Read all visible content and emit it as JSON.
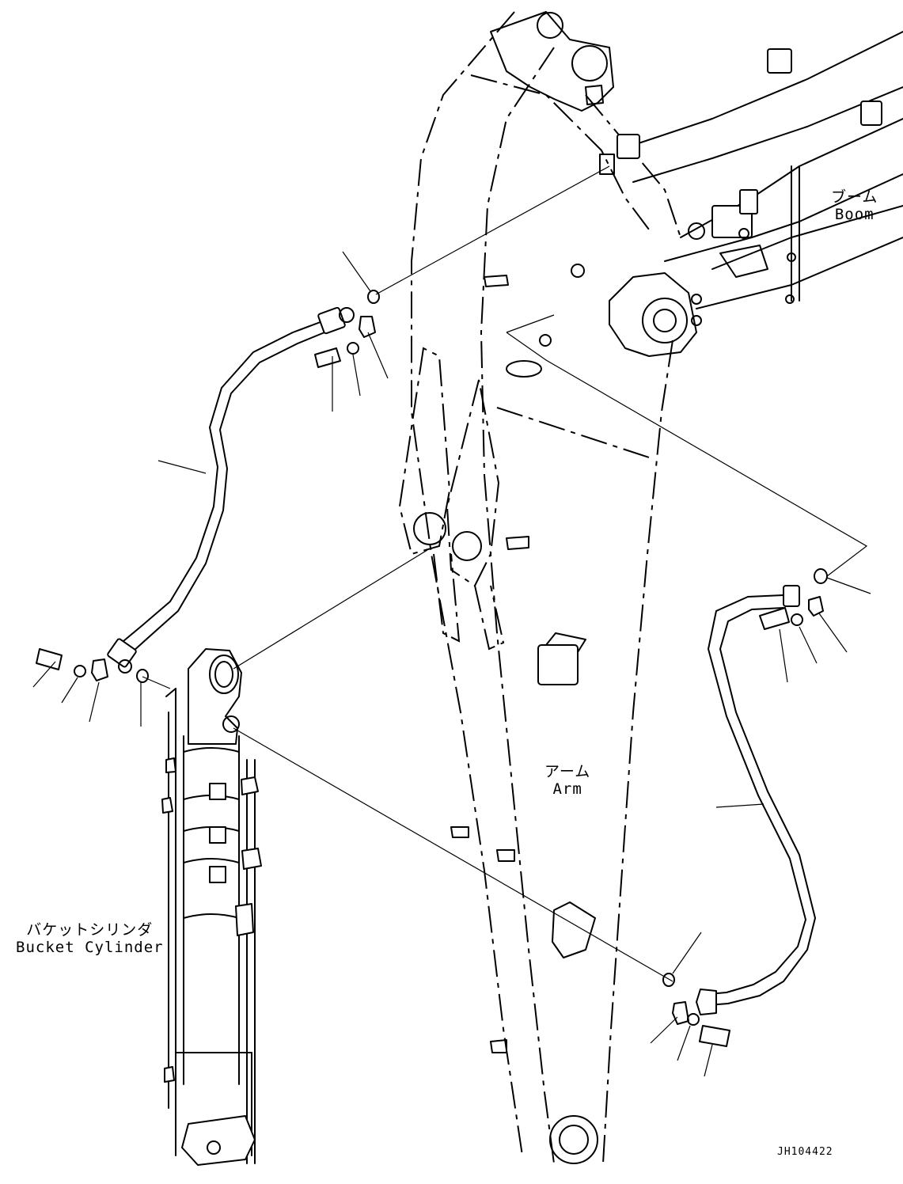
{
  "labels": {
    "boom_jp": "ブーム",
    "boom_en": "Boom",
    "arm_jp": "アーム",
    "arm_en": "Arm",
    "bucket_cylinder_jp": "バケットシリンダ",
    "bucket_cylinder_en": "Bucket Cylinder"
  },
  "drawing_code": "JH104422"
}
